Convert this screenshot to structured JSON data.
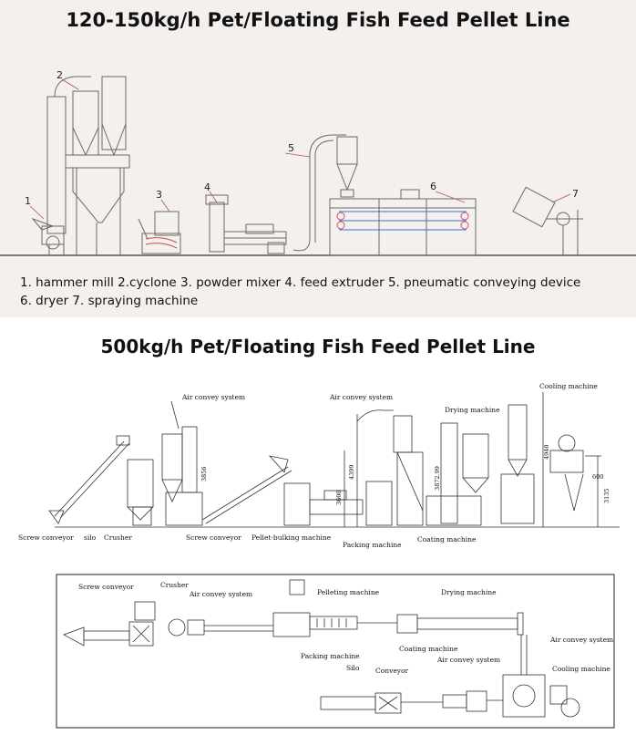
{
  "top": {
    "title": "120-150kg/h Pet/Floating Fish Feed Pellet Line",
    "legend_line1": "1. hammer mill  2.cyclone  3. powder mixer  4. feed extruder  5. pneumatic conveying device",
    "legend_line2": "6. dryer  7. spraying machine",
    "callouts": [
      "1",
      "2",
      "3",
      "4",
      "5",
      "6",
      "7"
    ]
  },
  "bottom": {
    "title": "500kg/h Pet/Floating Fish Feed Pellet Line",
    "side_labels": {
      "air1": "Air convey system",
      "air2": "Air convey system",
      "drying": "Drying machine",
      "cooling": "Cooling machine",
      "screw1": "Screw conveyor",
      "silo": "silo",
      "crusher": "Crusher",
      "screw2": "Screw conveyor",
      "pellet_bulking": "Pellet-bulking machine",
      "packing": "Packing machine",
      "coating": "Coating machine"
    },
    "dimensions": {
      "d1": "3856",
      "d2": "4399",
      "d3": "3600",
      "d4": "3872.99",
      "d5": "4940",
      "d6": "600",
      "d7": "3135"
    },
    "plan_labels": {
      "screw": "Screw conveyor",
      "crusher": "Crusher",
      "air1": "Air convey system",
      "pelleting": "Pelleting machine",
      "drying": "Drying machine",
      "air2": "Air convey system",
      "coating": "Coating machine",
      "packing": "Packing machine",
      "silo": "Silo",
      "conveyor": "Conveyor",
      "air3": "Air convey system",
      "cooling": "Cooling machine"
    }
  }
}
